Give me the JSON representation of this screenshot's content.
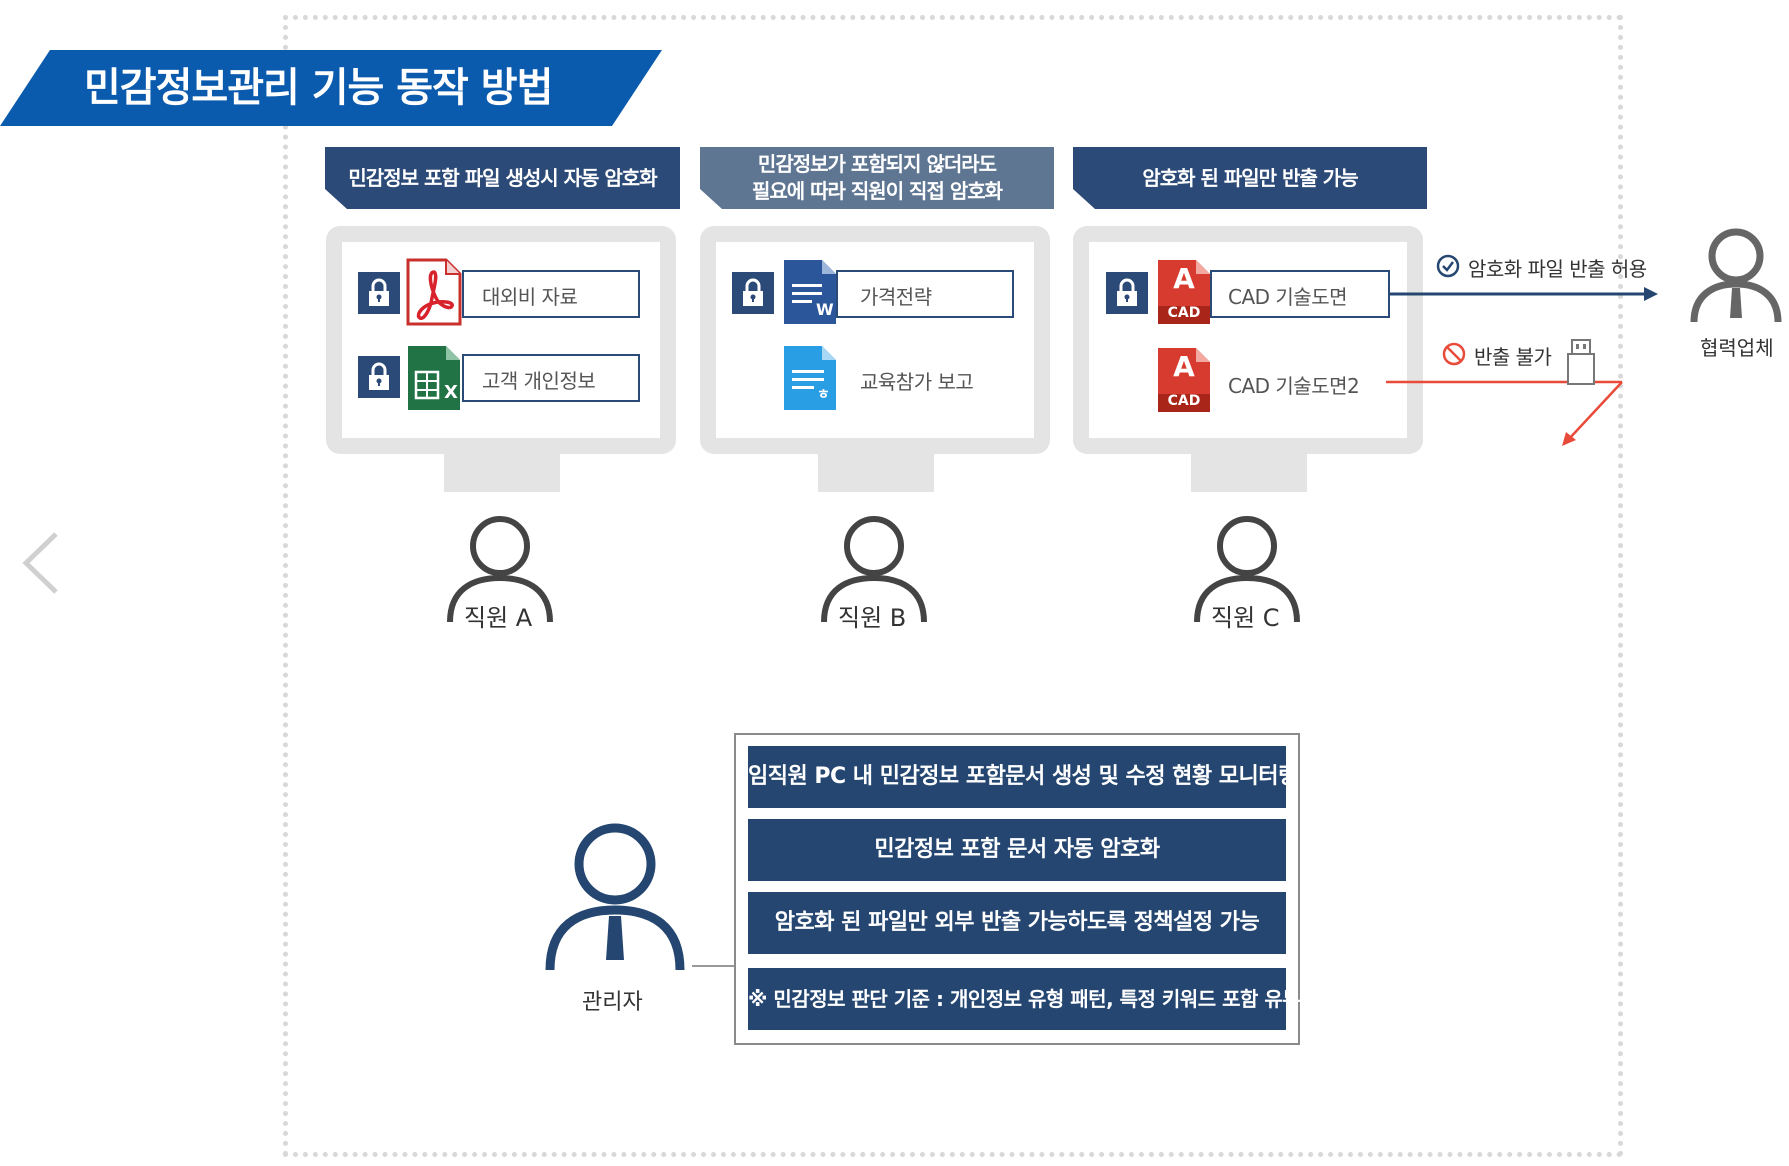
{
  "title": "민감정보관리 기능 동작 방법",
  "columns": [
    {
      "header": "민감정보 포함 파일 생성시 자동 암호화",
      "header_lines": []
    },
    {
      "header": "",
      "header_lines": [
        "민감정보가 포함되지 않더라도",
        "필요에 따라 직원이 직접 암호화"
      ]
    },
    {
      "header": "암호화 된 파일만 반출 가능",
      "header_lines": []
    }
  ],
  "files": {
    "a1": "대외비 자료",
    "a2": "고객 개인정보",
    "b1": "가격전략",
    "b2": "교육참가 보고",
    "c1": "CAD 기술도면",
    "c2": "CAD 기술도면2"
  },
  "icons": {
    "cad_letter": "A",
    "cad_tag": "CAD",
    "excel_tag": "X",
    "word_tag": "W",
    "hwp_tag": "ㅎ"
  },
  "employees": {
    "a": "직원 A",
    "b": "직원 B",
    "c": "직원 C"
  },
  "export": {
    "allowed": "암호화 파일 반출 허용",
    "denied": "반출 불가",
    "partner": "협력업체"
  },
  "admin": {
    "label": "관리자",
    "items": [
      "임직원 PC 내 민감정보 포함문서 생성 및 수정 현황 모니터링",
      "민감정보 포함 문서 자동 암호화",
      "암호화 된 파일만 외부 반출 가능하도록 정책설정 가능",
      "※ 민감정보 판단 기준 : 개인정보 유형 패턴, 특정 키워드 포함 유무"
    ]
  },
  "colors": {
    "navy": "#244670",
    "banner_blue": "#0a5aad",
    "slate": "#5f7693",
    "red": "#e84b3a",
    "monitor_gray": "#e4e4e4"
  }
}
